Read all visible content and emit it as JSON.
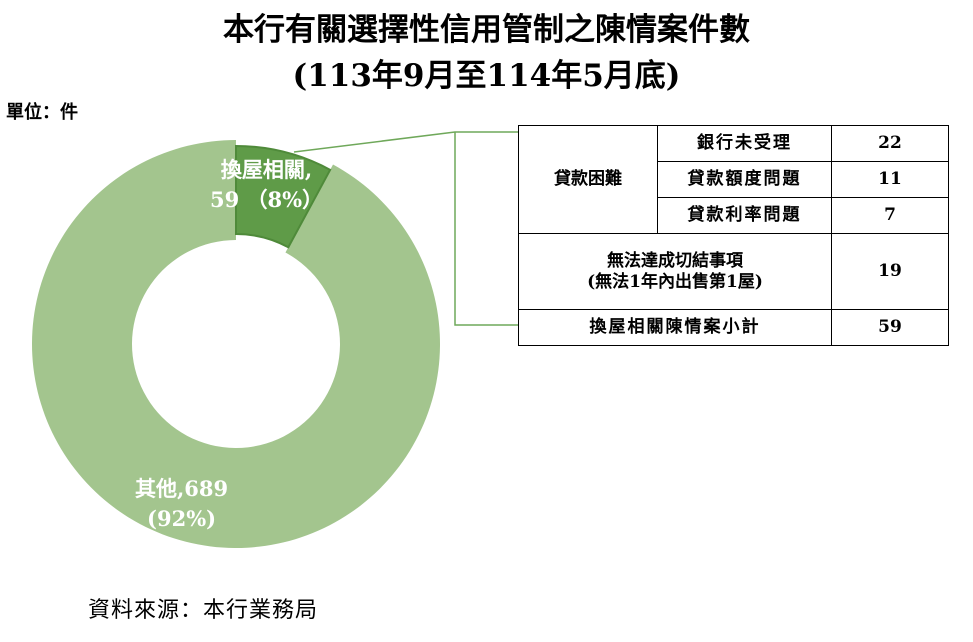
{
  "title": {
    "line1": "本行有關選擇性信用管制之陳情案件數",
    "line2": "(113年9月至114年5月底)"
  },
  "unit_label": "單位：件",
  "source_label": "資料來源：本行業務局",
  "colors": {
    "main_slice": "#a3c58e",
    "highlight_slice": "#5f9b48",
    "highlight_stroke": "#4f8a3a",
    "connector": "#6fa85a"
  },
  "chart_data": {
    "type": "pie",
    "variant": "donut",
    "slices": [
      {
        "name": "換屋相關,",
        "value": 59,
        "display": "59 （8%）",
        "percent": 8
      },
      {
        "name": "其他,689",
        "value": 689,
        "display": "(92%)",
        "percent": 92
      }
    ],
    "breakdown_table": {
      "group_label": "貸款困難",
      "group_rows": [
        {
          "item": "銀行未受理",
          "value": "22"
        },
        {
          "item": "貸款額度問題",
          "value": "11"
        },
        {
          "item": "貸款利率問題",
          "value": "7"
        }
      ],
      "other_row": {
        "item_line1": "無法達成切結事項",
        "item_line2": "(無法1年內出售第1屋)",
        "value": "19"
      },
      "total_row": {
        "item": "換屋相關陳情案小計",
        "value": "59"
      }
    }
  }
}
